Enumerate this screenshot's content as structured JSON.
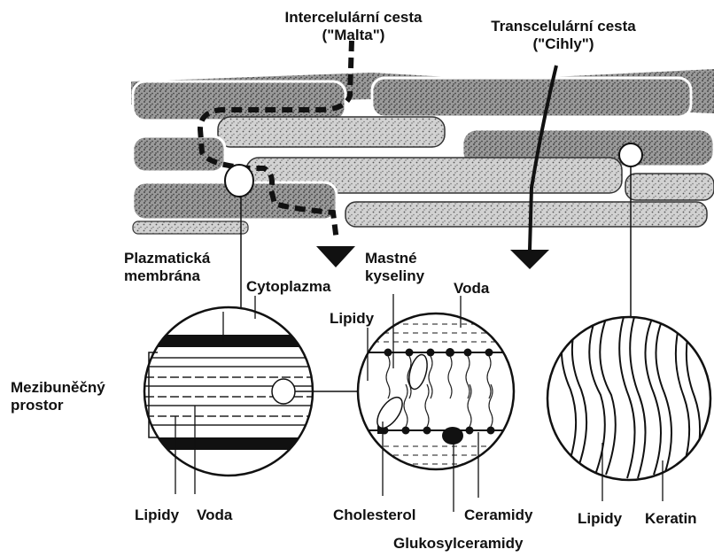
{
  "labels": {
    "intercellular_route": "Intercelulární cesta",
    "intercellular_alias": "(\"Malta\")",
    "transcellular_route": "Transcelulární cesta",
    "transcellular_alias": "(\"Cihly\")",
    "plasma_membrane_l1": "Plazmatická",
    "plasma_membrane_l2": "membrána",
    "cytoplasm": "Cytoplazma",
    "fatty_acids_l1": "Mastné",
    "fatty_acids_l2": "kyseliny",
    "water_mid": "Voda",
    "lipids_mid": "Lipidy",
    "intercellular_space_l1": "Mezibuněčný",
    "intercellular_space_l2": "prostor",
    "lipids_left": "Lipidy",
    "water_left": "Voda",
    "cholesterol": "Cholesterol",
    "ceramides": "Ceramidy",
    "glucosylceramides": "Glukosylceramidy",
    "lipids_right": "Lipidy",
    "keratin": "Keratin"
  }
}
